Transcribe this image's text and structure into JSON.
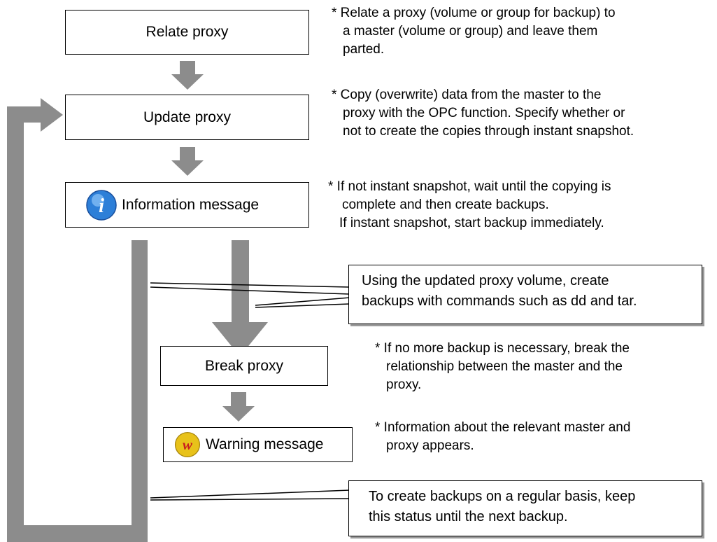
{
  "colors": {
    "arrow": "#8c8c8c",
    "loop_bar": "#8c8c8c",
    "info_icon": "#2d7fd8",
    "warning_icon": "#e8c21a",
    "warning_letter": "#c81e1e"
  },
  "steps": {
    "relate": {
      "label": "Relate proxy"
    },
    "update": {
      "label": "Update proxy"
    },
    "info": {
      "label": "Information message",
      "icon": "information-icon",
      "icon_glyph": "i"
    },
    "break": {
      "label": "Break proxy"
    },
    "warning": {
      "label": "Warning message",
      "icon": "warning-icon",
      "icon_glyph": "w"
    }
  },
  "notes": {
    "relate": {
      "lines": [
        "* Relate a proxy (volume or group for backup) to",
        "a master (volume or group) and leave them",
        "parted."
      ]
    },
    "update": {
      "lines": [
        "* Copy (overwrite) data from the master to the",
        "proxy with the OPC function. Specify whether or",
        "not to create the copies through instant snapshot."
      ]
    },
    "info": {
      "lines": [
        "* If not instant snapshot, wait until the copying is",
        "complete and then create backups.",
        "If instant snapshot, start backup immediately."
      ]
    },
    "break": {
      "lines": [
        "* If no more backup is necessary, break the",
        "relationship between the master and the",
        "proxy."
      ]
    },
    "warning": {
      "lines": [
        "* Information about the relevant master and",
        "proxy appears."
      ]
    }
  },
  "callouts": {
    "backup": {
      "lines": [
        "Using the updated proxy volume, create",
        "backups with commands such as dd and tar."
      ]
    },
    "regular": {
      "lines": [
        "To create backups on a regular basis, keep",
        "this status until the next backup."
      ]
    }
  }
}
